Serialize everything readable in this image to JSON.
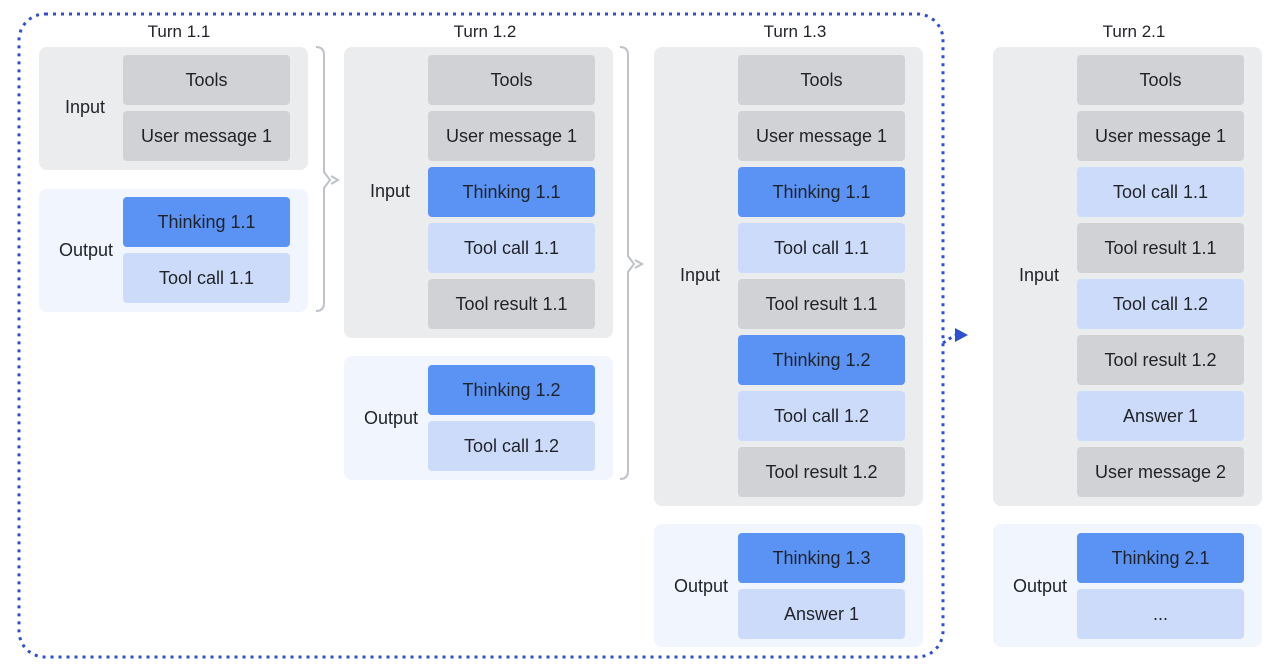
{
  "labels": {
    "input": "Input",
    "output": "Output"
  },
  "colors": {
    "input_panel": "#ebecee",
    "output_panel": "#f1f5fd",
    "block_gray": "#d0d2d5",
    "block_blue": "#5b93f5",
    "block_light": "#cddbfb",
    "dotted_border": "#2e4fcf"
  },
  "turns": [
    {
      "title": "Turn 1.1",
      "input": [
        "Tools",
        "User message 1"
      ],
      "output": [
        "Thinking 1.1",
        "Tool call 1.1"
      ]
    },
    {
      "title": "Turn 1.2",
      "input": [
        "Tools",
        "User message 1",
        "Thinking 1.1",
        "Tool call 1.1",
        "Tool result 1.1"
      ],
      "output": [
        "Thinking 1.2",
        "Tool call 1.2"
      ]
    },
    {
      "title": "Turn 1.3",
      "input": [
        "Tools",
        "User message 1",
        "Thinking 1.1",
        "Tool call 1.1",
        "Tool result 1.1",
        "Thinking 1.2",
        "Tool call 1.2",
        "Tool result 1.2"
      ],
      "output": [
        "Thinking 1.3",
        "Answer 1"
      ]
    },
    {
      "title": "Turn 2.1",
      "input": [
        "Tools",
        "User message 1",
        "Tool call 1.1",
        "Tool result 1.1",
        "Tool call 1.2",
        "Tool result 1.2",
        "Answer 1",
        "User message 2"
      ],
      "output": [
        "Thinking 2.1",
        "..."
      ]
    }
  ]
}
